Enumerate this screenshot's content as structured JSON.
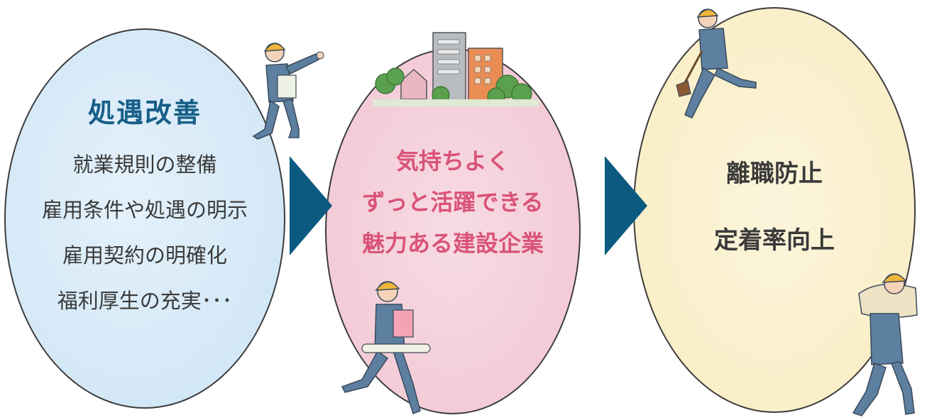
{
  "left_panel": {
    "title": "処遇改善",
    "items": [
      "就業規則の整備",
      "雇用条件や処遇の明示",
      "雇用契約の明確化",
      "福利厚生の充実･･･"
    ]
  },
  "center_panel": {
    "lines": [
      "気持ちよく",
      "ずっと活躍できる",
      "魅力ある建設企業"
    ]
  },
  "right_panel": {
    "lines": [
      "離職防止",
      "定着率向上"
    ]
  },
  "colors": {
    "left_fill": "#d3e8f6",
    "center_fill": "#f3ccd7",
    "right_fill": "#faefc9",
    "arrow": "#0d5a80",
    "title_blue": "#175f88",
    "center_pink": "#d9527a",
    "text_dark": "#3a3a3a"
  },
  "illustrations": [
    "worker-pointing-icon",
    "buildings-icon",
    "worker-with-plans-icon",
    "worker-with-shovel-icon",
    "worker-carrying-sack-icon"
  ]
}
